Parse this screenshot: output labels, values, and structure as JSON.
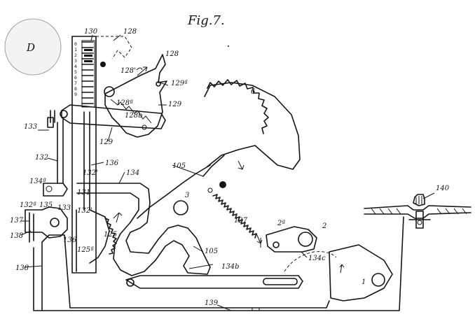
{
  "figure": {
    "title": "Fig.7."
  },
  "disc_label": "D",
  "scale_numbers": [
    "0",
    "1",
    "2",
    "3",
    "4",
    "5",
    "6",
    "7",
    "8",
    "9"
  ],
  "labels": {
    "l130": "130",
    "l128": "128",
    "l128b": "128",
    "l128c": "128'",
    "l128a": "128ª",
    "l128d": "128b",
    "l129": "129",
    "l129a": "129ª",
    "l129b": "129",
    "l133": "133",
    "l132": "132",
    "l132a": "132'",
    "l134a": "134ª",
    "l132b": "132ª",
    "l137": "137",
    "l138": "138",
    "l135": "135",
    "l133b": "133",
    "l136": "136",
    "l134": "134",
    "l131": "131",
    "l132c": "132'",
    "l125": "125",
    "l125a": "125ª",
    "l136b": "136",
    "l105": "105",
    "l105b": "105",
    "l6": "6",
    "l3": "3",
    "l127": "127",
    "l134b": "134b",
    "l2a": "2ª",
    "l2": "2",
    "l134c": "134c",
    "l1": "1",
    "l140": "140",
    "l139": "139",
    "l138b": "138"
  }
}
